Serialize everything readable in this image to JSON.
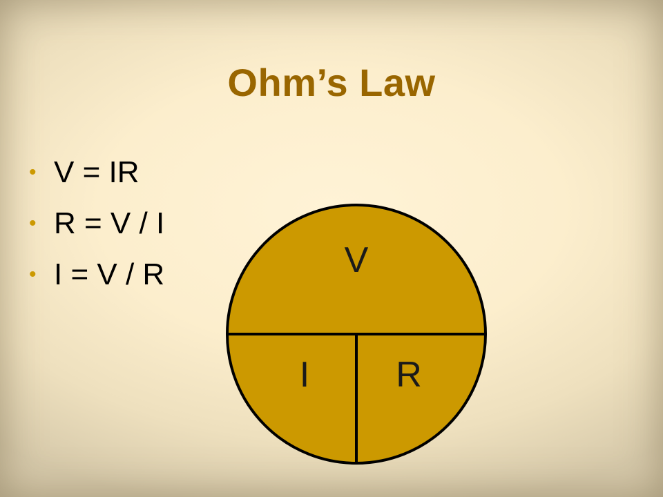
{
  "slide": {
    "title": "Ohm’s Law",
    "bullets": [
      {
        "text": "V = IR"
      },
      {
        "text": "R = V / I"
      },
      {
        "text": "I = V / R"
      }
    ]
  },
  "diagram": {
    "top_label": "V",
    "bottom_left_label": "I",
    "bottom_right_label": "R"
  },
  "colors": {
    "title": "#996600",
    "bullet": "#cc9900",
    "circle_fill": "#cc9900",
    "circle_stroke": "#000000"
  }
}
